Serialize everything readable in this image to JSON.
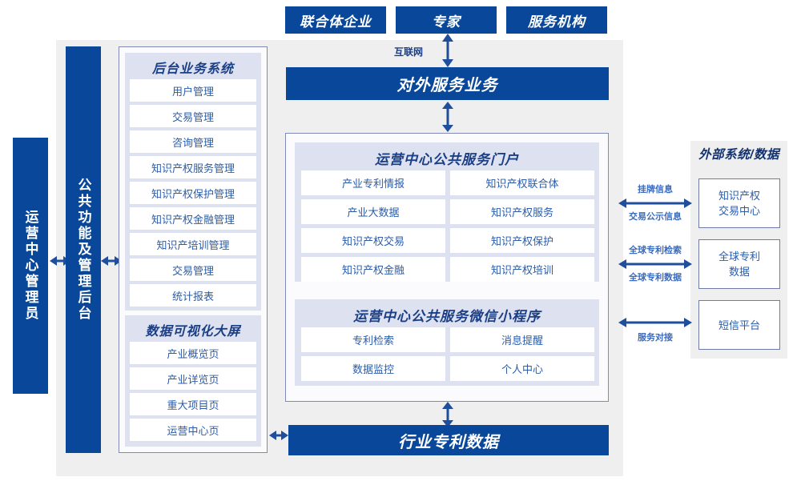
{
  "top_actors": [
    {
      "label": "联合体企业"
    },
    {
      "label": "专家"
    },
    {
      "label": "服务机构"
    }
  ],
  "network_label": "互联网",
  "external_service_bar": "对外服务业务",
  "industry_data_bar": "行业专利数据",
  "left_pillars": [
    {
      "label": "运营中心管理员",
      "name": "operation-center-admin"
    },
    {
      "label": "公共功能及管理后台",
      "name": "public-function-admin-backend"
    }
  ],
  "backoffice": {
    "title": "后台业务系统",
    "items": [
      "用户管理",
      "交易管理",
      "咨询管理",
      "知识产权服务管理",
      "知识产权保护管理",
      "知识产权金融管理",
      "知识产培训管理",
      "交易管理",
      "统计报表"
    ]
  },
  "bigscreen": {
    "title": "数据可视化大屏",
    "items": [
      "产业概览页",
      "产业详览页",
      "重大项目页",
      "运营中心页"
    ]
  },
  "portal": {
    "title": "运营中心公共服务门户",
    "items": [
      "产业专利情报",
      "知识产权联合体",
      "产业大数据",
      "知识产权服务",
      "知识产权交易",
      "知识产权保护",
      "知识产权金融",
      "知识产权培训"
    ]
  },
  "miniprogram": {
    "title": "运营中心公共服务微信小程序",
    "items": [
      "专利检索",
      "消息提醒",
      "数据监控",
      "个人中心"
    ]
  },
  "external": {
    "title": "外部系统/数据",
    "boxes": [
      {
        "line1": "知识产权",
        "line2": "交易中心"
      },
      {
        "line1": "全球专利",
        "line2": "数据"
      },
      {
        "line1": "短信平台",
        "line2": ""
      }
    ],
    "links": [
      {
        "above": "挂牌信息",
        "below": "交易公示信息"
      },
      {
        "above": "全球专利检索",
        "below": "全球专利数据"
      },
      {
        "above": "",
        "below": "服务对接"
      }
    ]
  },
  "colors": {
    "brand_blue": "#08479a",
    "arrow_blue": "#1f4e9c",
    "panel_fill": "#dee2f0",
    "canvas_gray": "#efefef",
    "text_blue": "#2a5caa"
  }
}
